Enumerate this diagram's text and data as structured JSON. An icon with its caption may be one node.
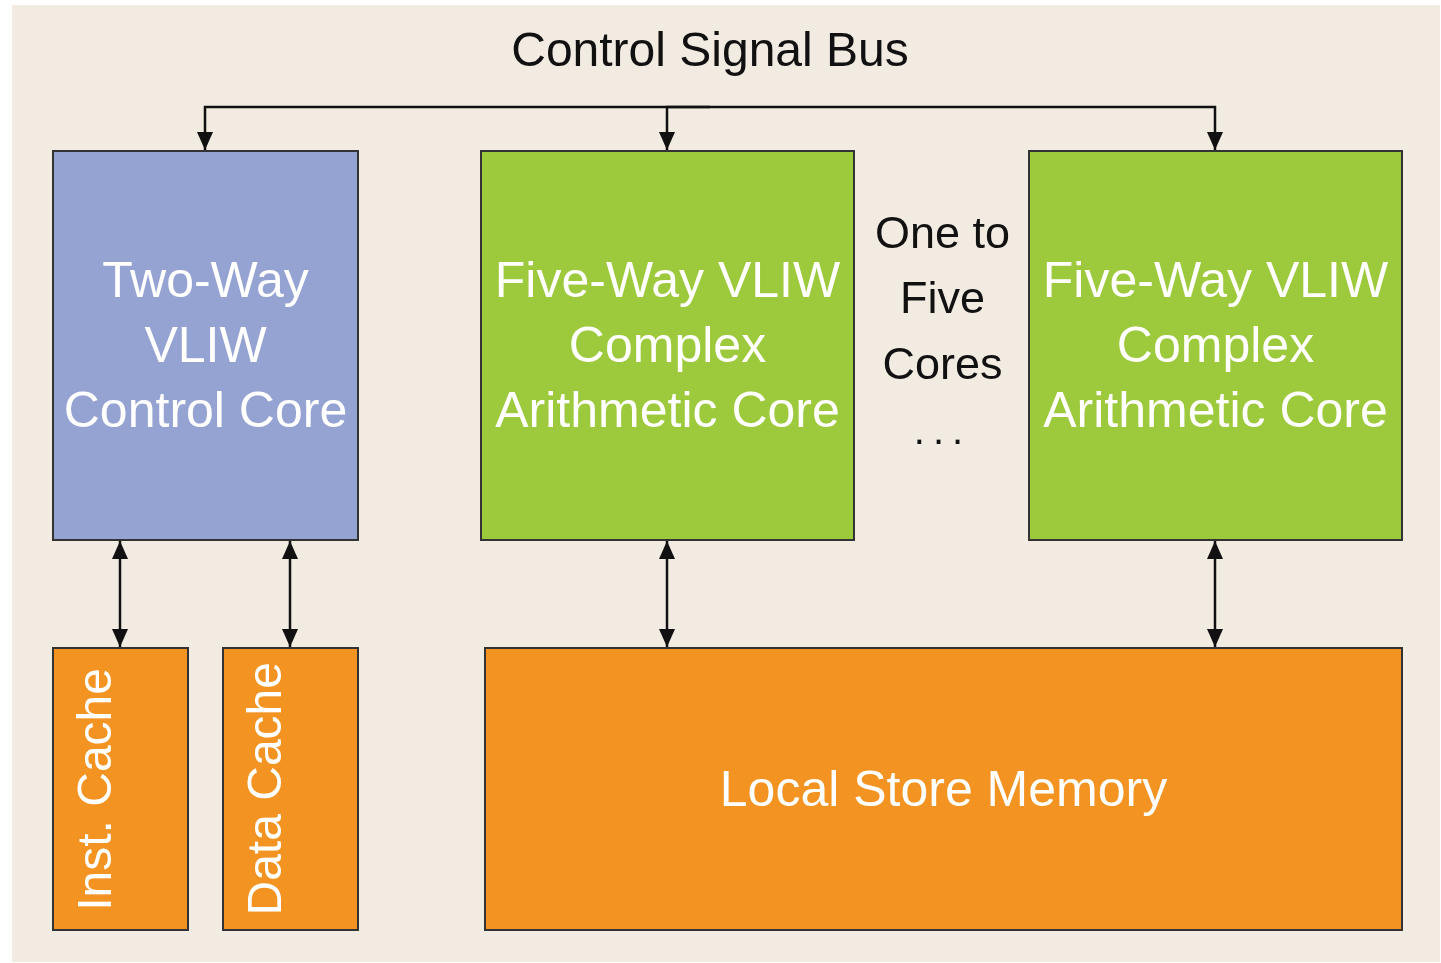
{
  "diagram": {
    "nodes": [
      {
        "text": [
          "Control Signal Bus"
        ]
      },
      {
        "text": [
          "Two-Way VLIW Control Core"
        ]
      },
      {
        "text": [
          "Five-Way VLIW Complex Arithmetic Core"
        ]
      },
      {
        "text": [
          "Five-Way VLIW Complex Arithmetic Core"
        ]
      },
      {
        "text": [
          "Inst. Cache"
        ]
      },
      {
        "text": [
          "Data Cache"
        ]
      },
      {
        "text": [
          "Local Store Memory"
        ]
      }
    ],
    "edges": [
      {
        "from": 0,
        "to": 1,
        "arrow": "to"
      },
      {
        "from": 0,
        "to": 2,
        "arrow": "to"
      },
      {
        "from": 0,
        "to": 3,
        "arrow": "to"
      },
      {
        "from": 1,
        "to": 4,
        "arrow": "both"
      },
      {
        "from": 1,
        "to": 5,
        "arrow": "both"
      },
      {
        "from": 2,
        "to": 6,
        "arrow": "both"
      },
      {
        "from": 3,
        "to": 6,
        "arrow": "both"
      }
    ],
    "labels": [
      "One to Five Cores",
      "..."
    ]
  }
}
